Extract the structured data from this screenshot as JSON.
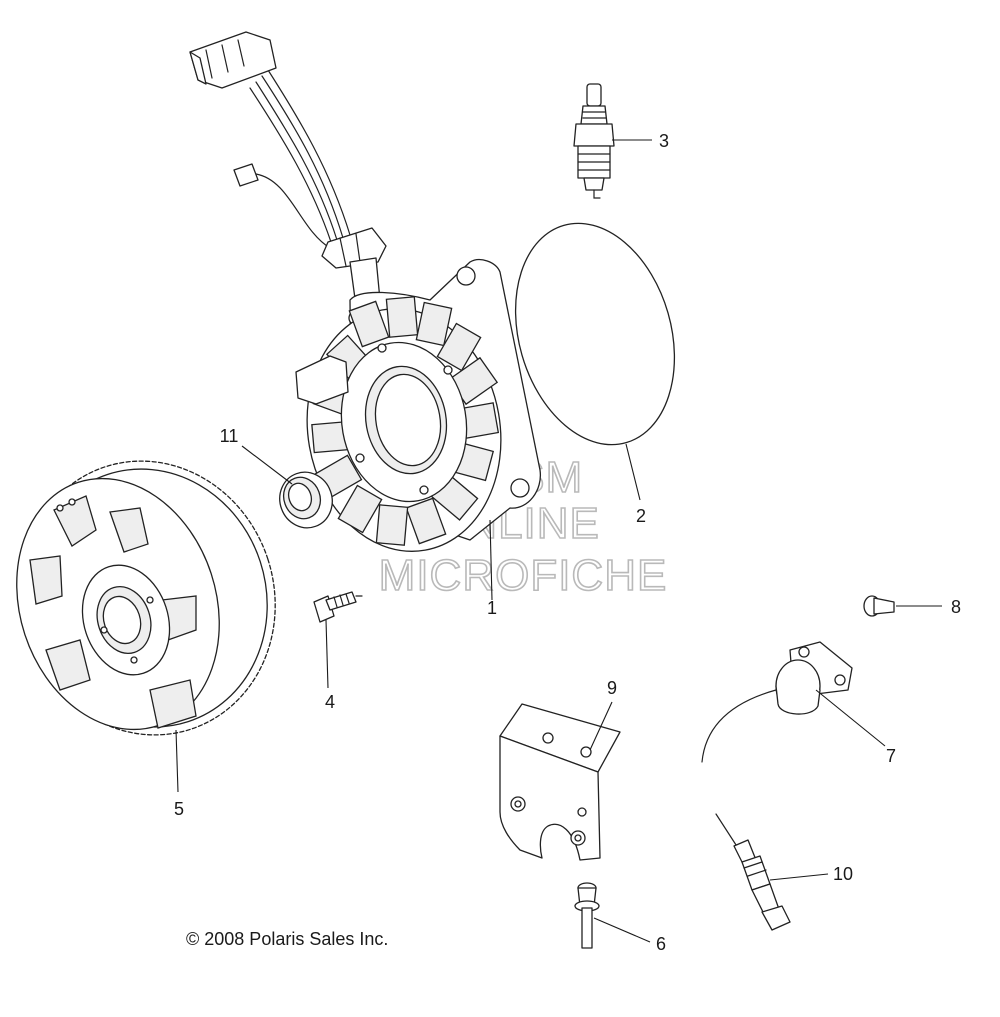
{
  "watermark": {
    "line1": "HLSM",
    "line2": "ONLINE",
    "line3": "MICROFICHE",
    "color": "#b9b9b9"
  },
  "copyright": "© 2008 Polaris Sales Inc.",
  "parts": [
    {
      "number": "1",
      "name": "stator"
    },
    {
      "number": "2",
      "name": "gasket"
    },
    {
      "number": "3",
      "name": "spark-plug"
    },
    {
      "number": "4",
      "name": "screw"
    },
    {
      "number": "5",
      "name": "flywheel"
    },
    {
      "number": "6",
      "name": "rivet"
    },
    {
      "number": "7",
      "name": "pickup-sensor"
    },
    {
      "number": "8",
      "name": "bolt"
    },
    {
      "number": "9",
      "name": "bracket"
    },
    {
      "number": "10",
      "name": "lead-sensor"
    },
    {
      "number": "11",
      "name": "seal"
    }
  ]
}
